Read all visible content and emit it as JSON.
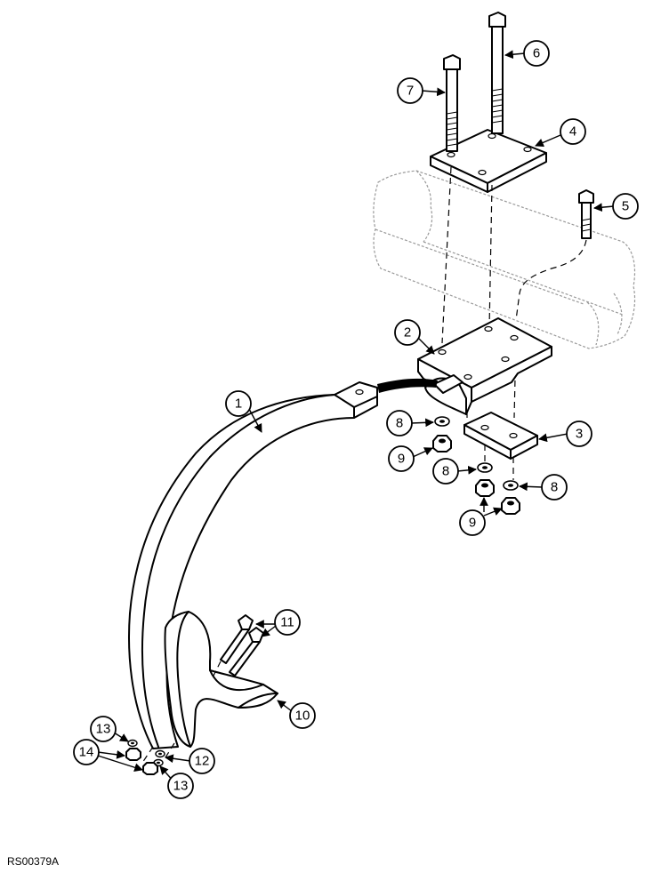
{
  "figure": {
    "code": "RS00379A"
  },
  "callouts": [
    {
      "id": "c1",
      "label": "1"
    },
    {
      "id": "c2",
      "label": "2"
    },
    {
      "id": "c3",
      "label": "3"
    },
    {
      "id": "c4",
      "label": "4"
    },
    {
      "id": "c5",
      "label": "5"
    },
    {
      "id": "c6",
      "label": "6"
    },
    {
      "id": "c7",
      "label": "7"
    },
    {
      "id": "c8a",
      "label": "8"
    },
    {
      "id": "c8b",
      "label": "8"
    },
    {
      "id": "c8c",
      "label": "8"
    },
    {
      "id": "c9a",
      "label": "9"
    },
    {
      "id": "c9b",
      "label": "9"
    },
    {
      "id": "c10",
      "label": "10"
    },
    {
      "id": "c11",
      "label": "11"
    },
    {
      "id": "c12",
      "label": "12"
    },
    {
      "id": "c13a",
      "label": "13"
    },
    {
      "id": "c13b",
      "label": "13"
    },
    {
      "id": "c14",
      "label": "14"
    }
  ]
}
